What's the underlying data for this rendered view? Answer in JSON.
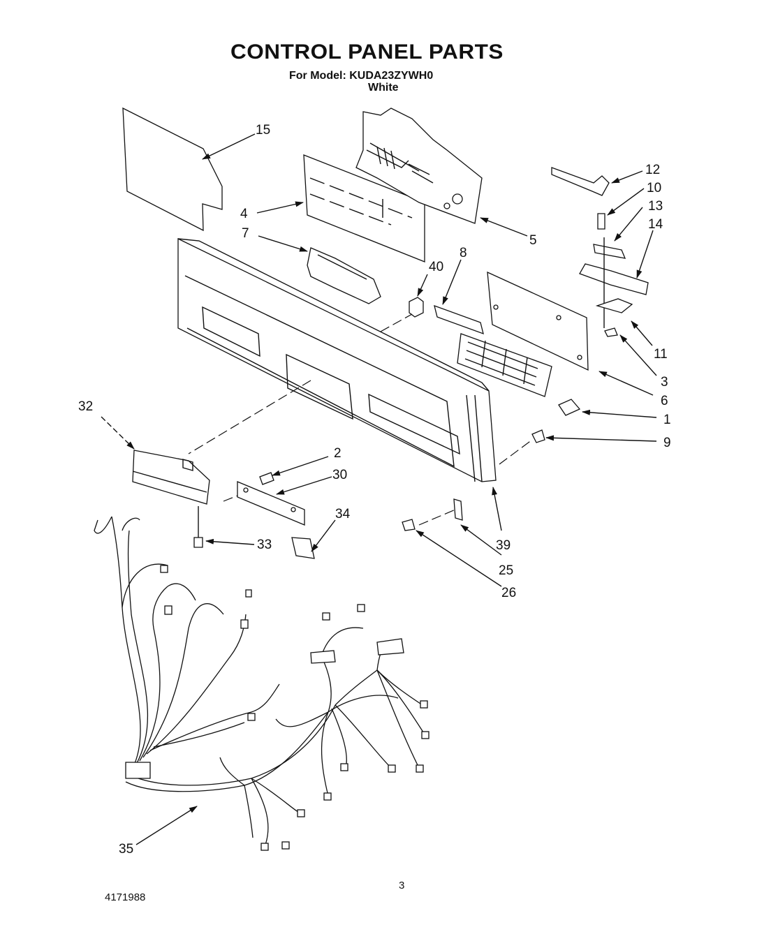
{
  "header": {
    "title": "CONTROL PANEL PARTS",
    "model_line": "For Model: KUDA23ZYWH0",
    "color": "White"
  },
  "footer": {
    "page_number": "3",
    "document_number": "4171988"
  },
  "callouts": {
    "c15": "15",
    "c4": "4",
    "c7": "7",
    "c5": "5",
    "c12": "12",
    "c10": "10",
    "c13": "13",
    "c14": "14",
    "c40": "40",
    "c8": "8",
    "c11": "11",
    "c3": "3",
    "c6": "6",
    "c1": "1",
    "c9": "9",
    "c32": "32",
    "c2": "2",
    "c30": "30",
    "c34": "34",
    "c33": "33",
    "c39": "39",
    "c25": "25",
    "c26": "26",
    "c35": "35"
  }
}
